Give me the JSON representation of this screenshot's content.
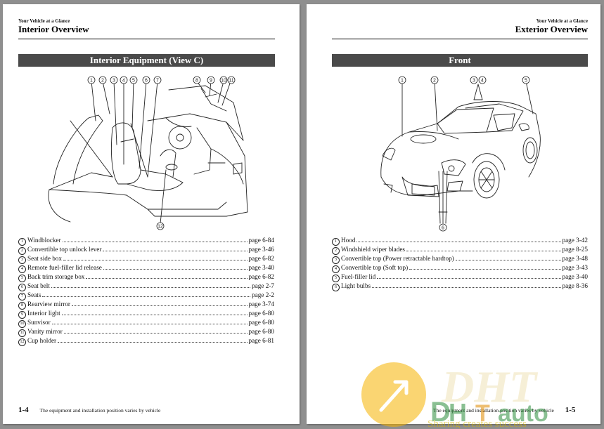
{
  "left_page": {
    "section_kicker": "Your Vehicle at a Glance",
    "title": "Interior Overview",
    "section_bar": "Interior Equipment (View C)",
    "callout_numbers": [
      "1",
      "2",
      "3",
      "4",
      "5",
      "6",
      "7",
      "8",
      "9",
      "10",
      "11",
      "12"
    ],
    "items": [
      {
        "num": "1",
        "label": "Windblocker",
        "page": "page 6-84"
      },
      {
        "num": "2",
        "label": "Convertible top unlock lever",
        "page": "page 3-46"
      },
      {
        "num": "3",
        "label": "Seat side box",
        "page": "page 6-82"
      },
      {
        "num": "4",
        "label": "Remote fuel-filler lid release",
        "page": "page 3-40"
      },
      {
        "num": "5",
        "label": "Back trim storage box",
        "page": "page 6-82"
      },
      {
        "num": "6",
        "label": "Seat belt",
        "page": "page 2-7"
      },
      {
        "num": "7",
        "label": "Seats",
        "page": "page 2-2"
      },
      {
        "num": "8",
        "label": "Rearview mirror",
        "page": "page 3-74"
      },
      {
        "num": "9",
        "label": "Interior light",
        "page": "page 6-80"
      },
      {
        "num": "10",
        "label": "Sunvisor",
        "page": "page 6-80"
      },
      {
        "num": "11",
        "label": "Vanity mirror",
        "page": "page 6-80"
      },
      {
        "num": "12",
        "label": "Cup holder",
        "page": "page 6-81"
      }
    ],
    "page_number": "1-4",
    "footer_note": "The equipment and installation position varies by vehicle"
  },
  "right_page": {
    "section_kicker": "Your Vehicle at a Glance",
    "title": "Exterior Overview",
    "section_bar": "Front",
    "callout_numbers": [
      "1",
      "2",
      "3",
      "4",
      "5",
      "6"
    ],
    "items": [
      {
        "num": "1",
        "label": "Hood",
        "page": "page 3-42"
      },
      {
        "num": "2",
        "label": "Windshield wiper blades",
        "page": "page 8-25"
      },
      {
        "num": "3",
        "label": "Convertible top (Power retractable hardtop)",
        "page": "page 3-48"
      },
      {
        "num": "4",
        "label": "Convertible top (Soft top)",
        "page": "page 3-43"
      },
      {
        "num": "5",
        "label": "Fuel-filler lid",
        "page": "page 3-40"
      },
      {
        "num": "6",
        "label": "Light bulbs",
        "page": "page 8-36"
      }
    ],
    "page_number": "1-5",
    "footer_note": "The equipment and installation position varies by vehicle"
  },
  "watermark": {
    "logo_text": "DHT auto",
    "tagline": "Sharing creates success"
  }
}
